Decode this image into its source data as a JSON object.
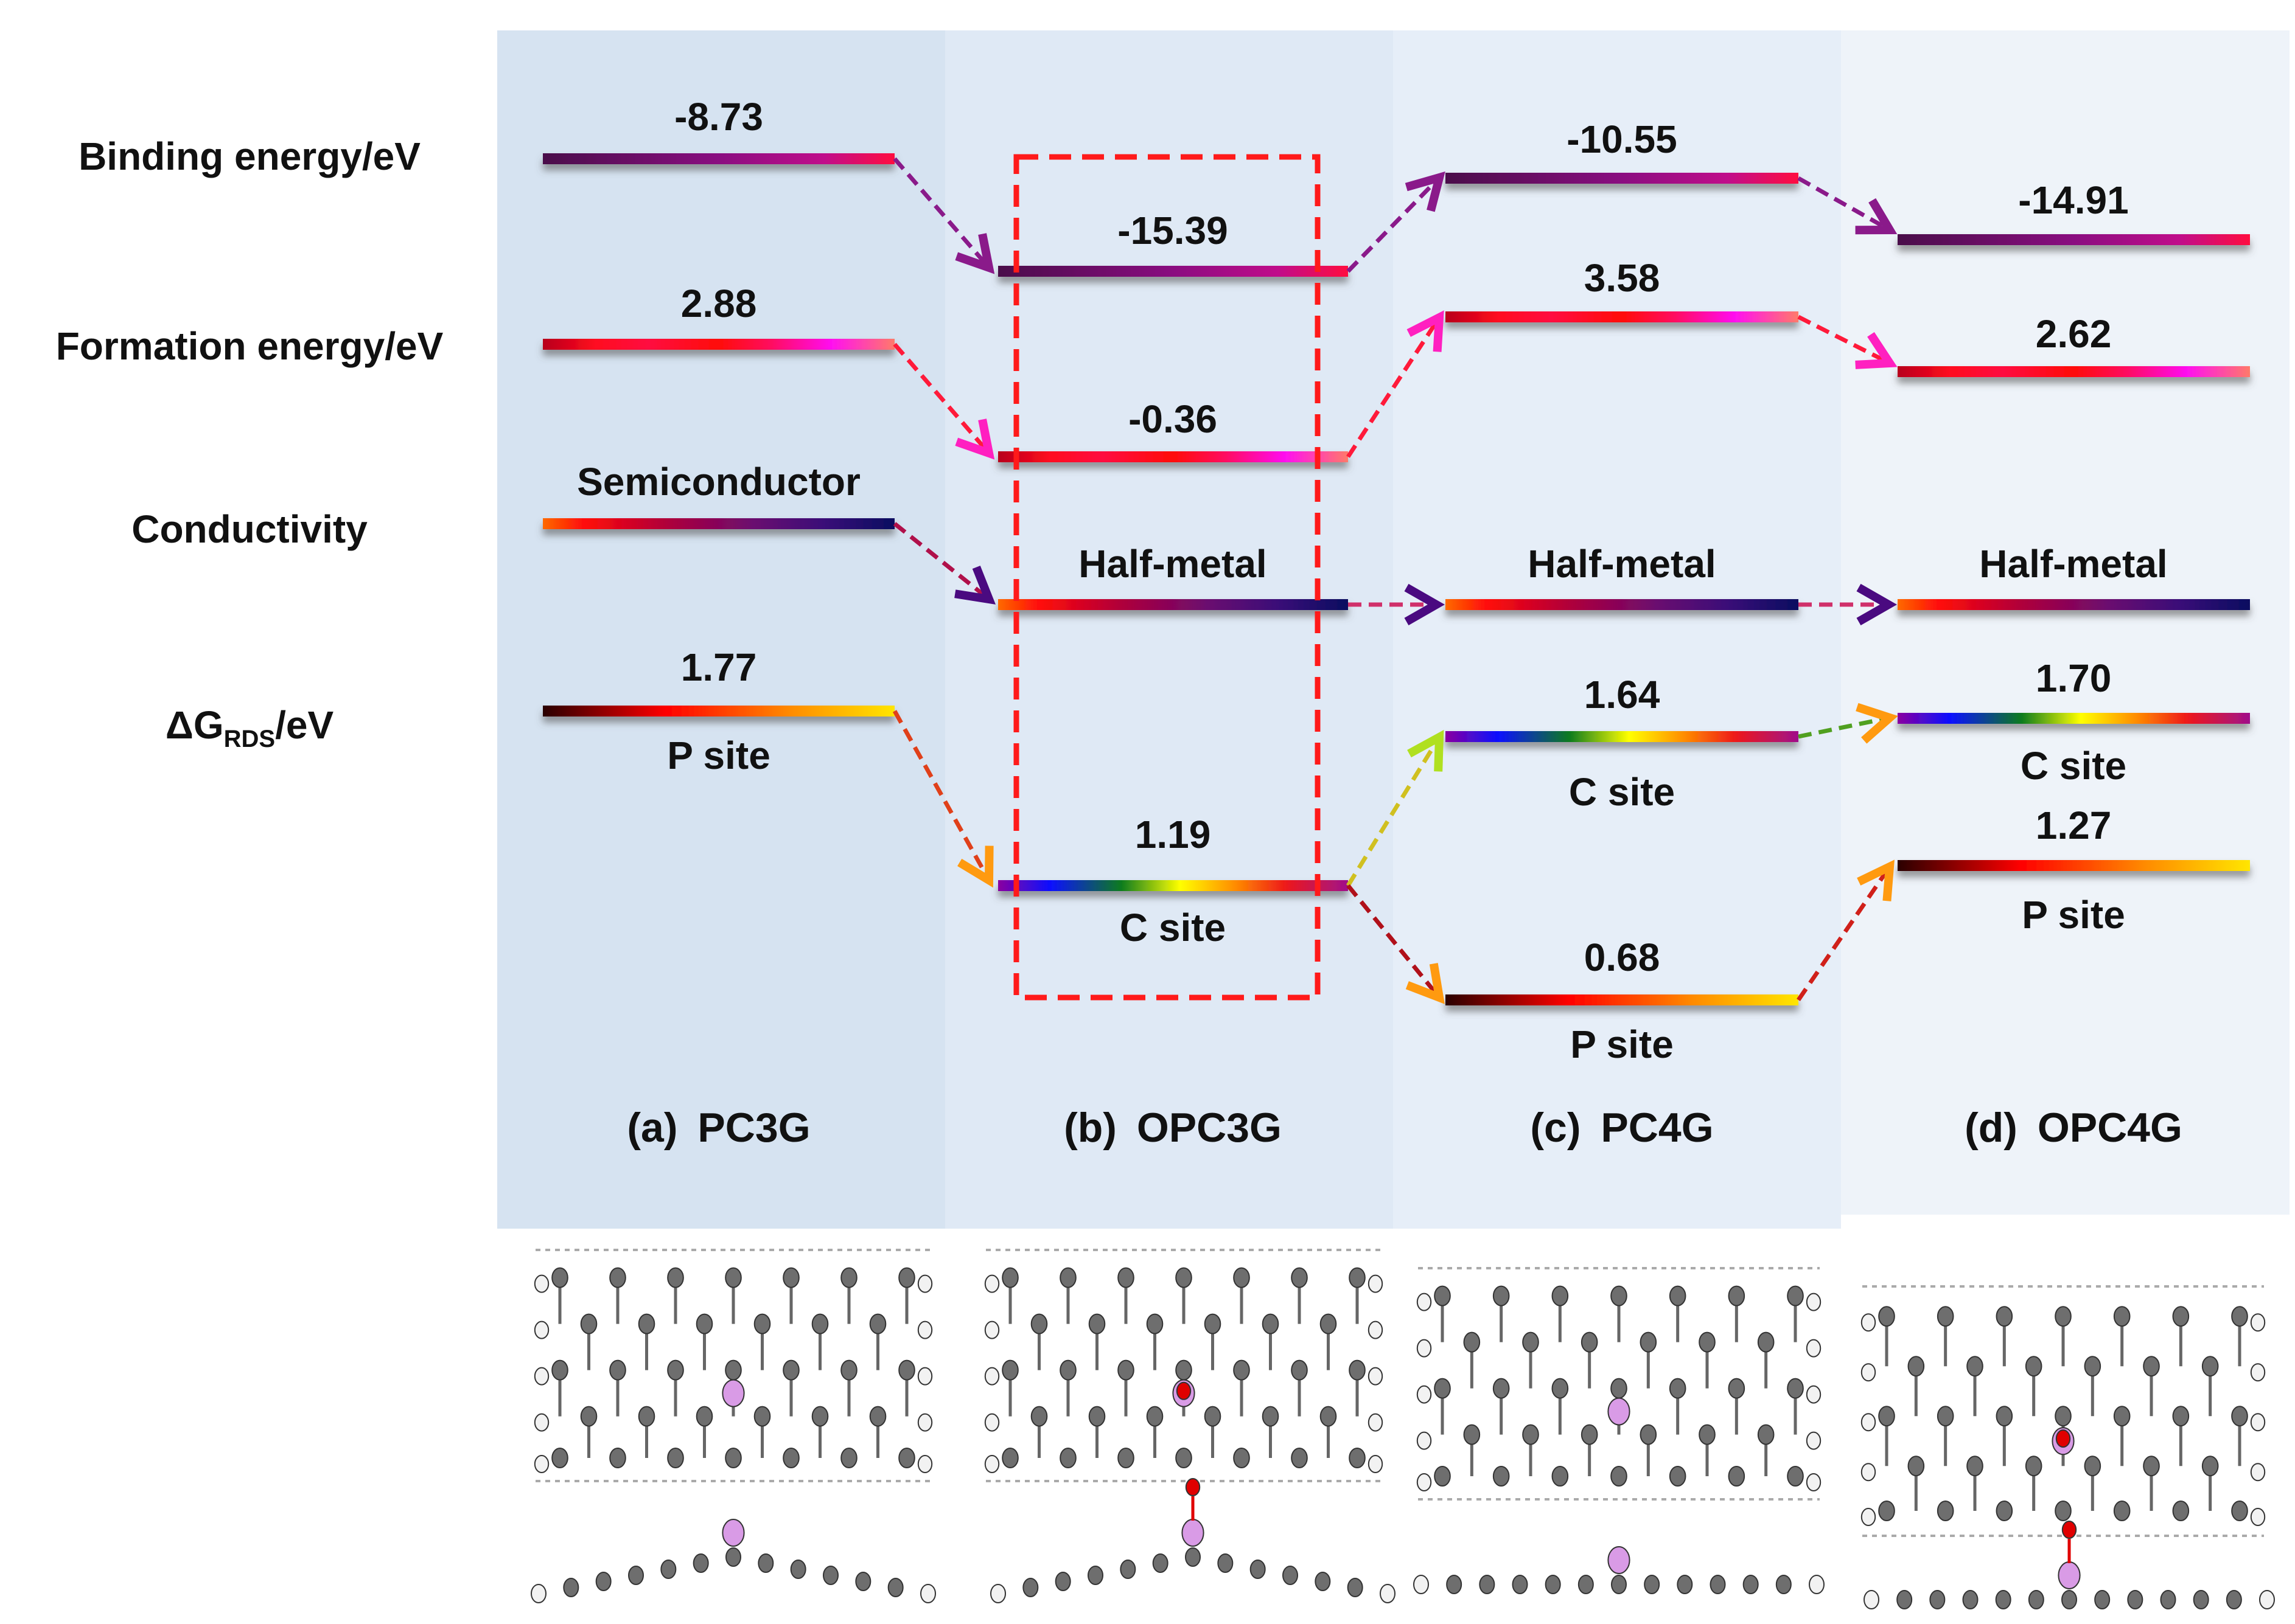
{
  "figure": {
    "row_labels": {
      "binding": "Binding energy/eV",
      "formation": "Formation energy/eV",
      "conductivity": "Conductivity",
      "dg_main": "ΔG",
      "dg_sub": "RDS",
      "dg_unit": "/eV"
    },
    "panels": [
      {
        "id": "a",
        "label": "(a)  PC3G",
        "binding": "-8.73",
        "formation": "2.88",
        "conductivity": "Semiconductor",
        "dg": [
          {
            "value": "1.77",
            "site": "P site"
          }
        ],
        "bg": "#d6e3f1"
      },
      {
        "id": "b",
        "label": "(b)  OPC3G",
        "binding": "-15.39",
        "formation": "-0.36",
        "conductivity": "Half-metal",
        "dg": [
          {
            "value": "1.19",
            "site": "C site"
          }
        ],
        "bg": "#dfe9f5",
        "highlighted": true
      },
      {
        "id": "c",
        "label": "(c)  PC4G",
        "binding": "-10.55",
        "formation": "3.58",
        "conductivity": "Half-metal",
        "dg": [
          {
            "value": "1.64",
            "site": "C site"
          },
          {
            "value": "0.68",
            "site": "P site"
          }
        ],
        "bg": "#e6eef8"
      },
      {
        "id": "d",
        "label": "(d)  OPC4G",
        "binding": "-14.91",
        "formation": "2.62",
        "conductivity": "Half-metal",
        "dg": [
          {
            "value": "1.70",
            "site": "C site"
          },
          {
            "value": "1.27",
            "site": "P site"
          }
        ],
        "bg": "#eef3f9"
      }
    ],
    "colors": {
      "highlight_box": "#ff1a1a",
      "atom_carbon": "#6e6e6e",
      "atom_hydrogen": "#f2f2f2",
      "atom_phosphorus": "#d99be6",
      "atom_oxygen": "#e00000"
    }
  },
  "chart_data": {
    "type": "table",
    "title": "Energy level diagram of P-doped graphene configurations",
    "categories": [
      "PC3G",
      "OPC3G",
      "PC4G",
      "OPC4G"
    ],
    "series": [
      {
        "name": "Binding energy/eV",
        "values": [
          -8.73,
          -15.39,
          -10.55,
          -14.91
        ]
      },
      {
        "name": "Formation energy/eV",
        "values": [
          2.88,
          -0.36,
          3.58,
          2.62
        ]
      },
      {
        "name": "Conductivity",
        "values": [
          "Semiconductor",
          "Half-metal",
          "Half-metal",
          "Half-metal"
        ]
      },
      {
        "name": "ΔG_RDS/eV (P site)",
        "values": [
          1.77,
          null,
          0.68,
          1.27
        ]
      },
      {
        "name": "ΔG_RDS/eV (C site)",
        "values": [
          null,
          1.19,
          1.64,
          1.7
        ]
      }
    ],
    "annotations": [
      "OPC3G column highlighted with red dashed box",
      "Dashed arrows connect levels between configurations"
    ]
  }
}
